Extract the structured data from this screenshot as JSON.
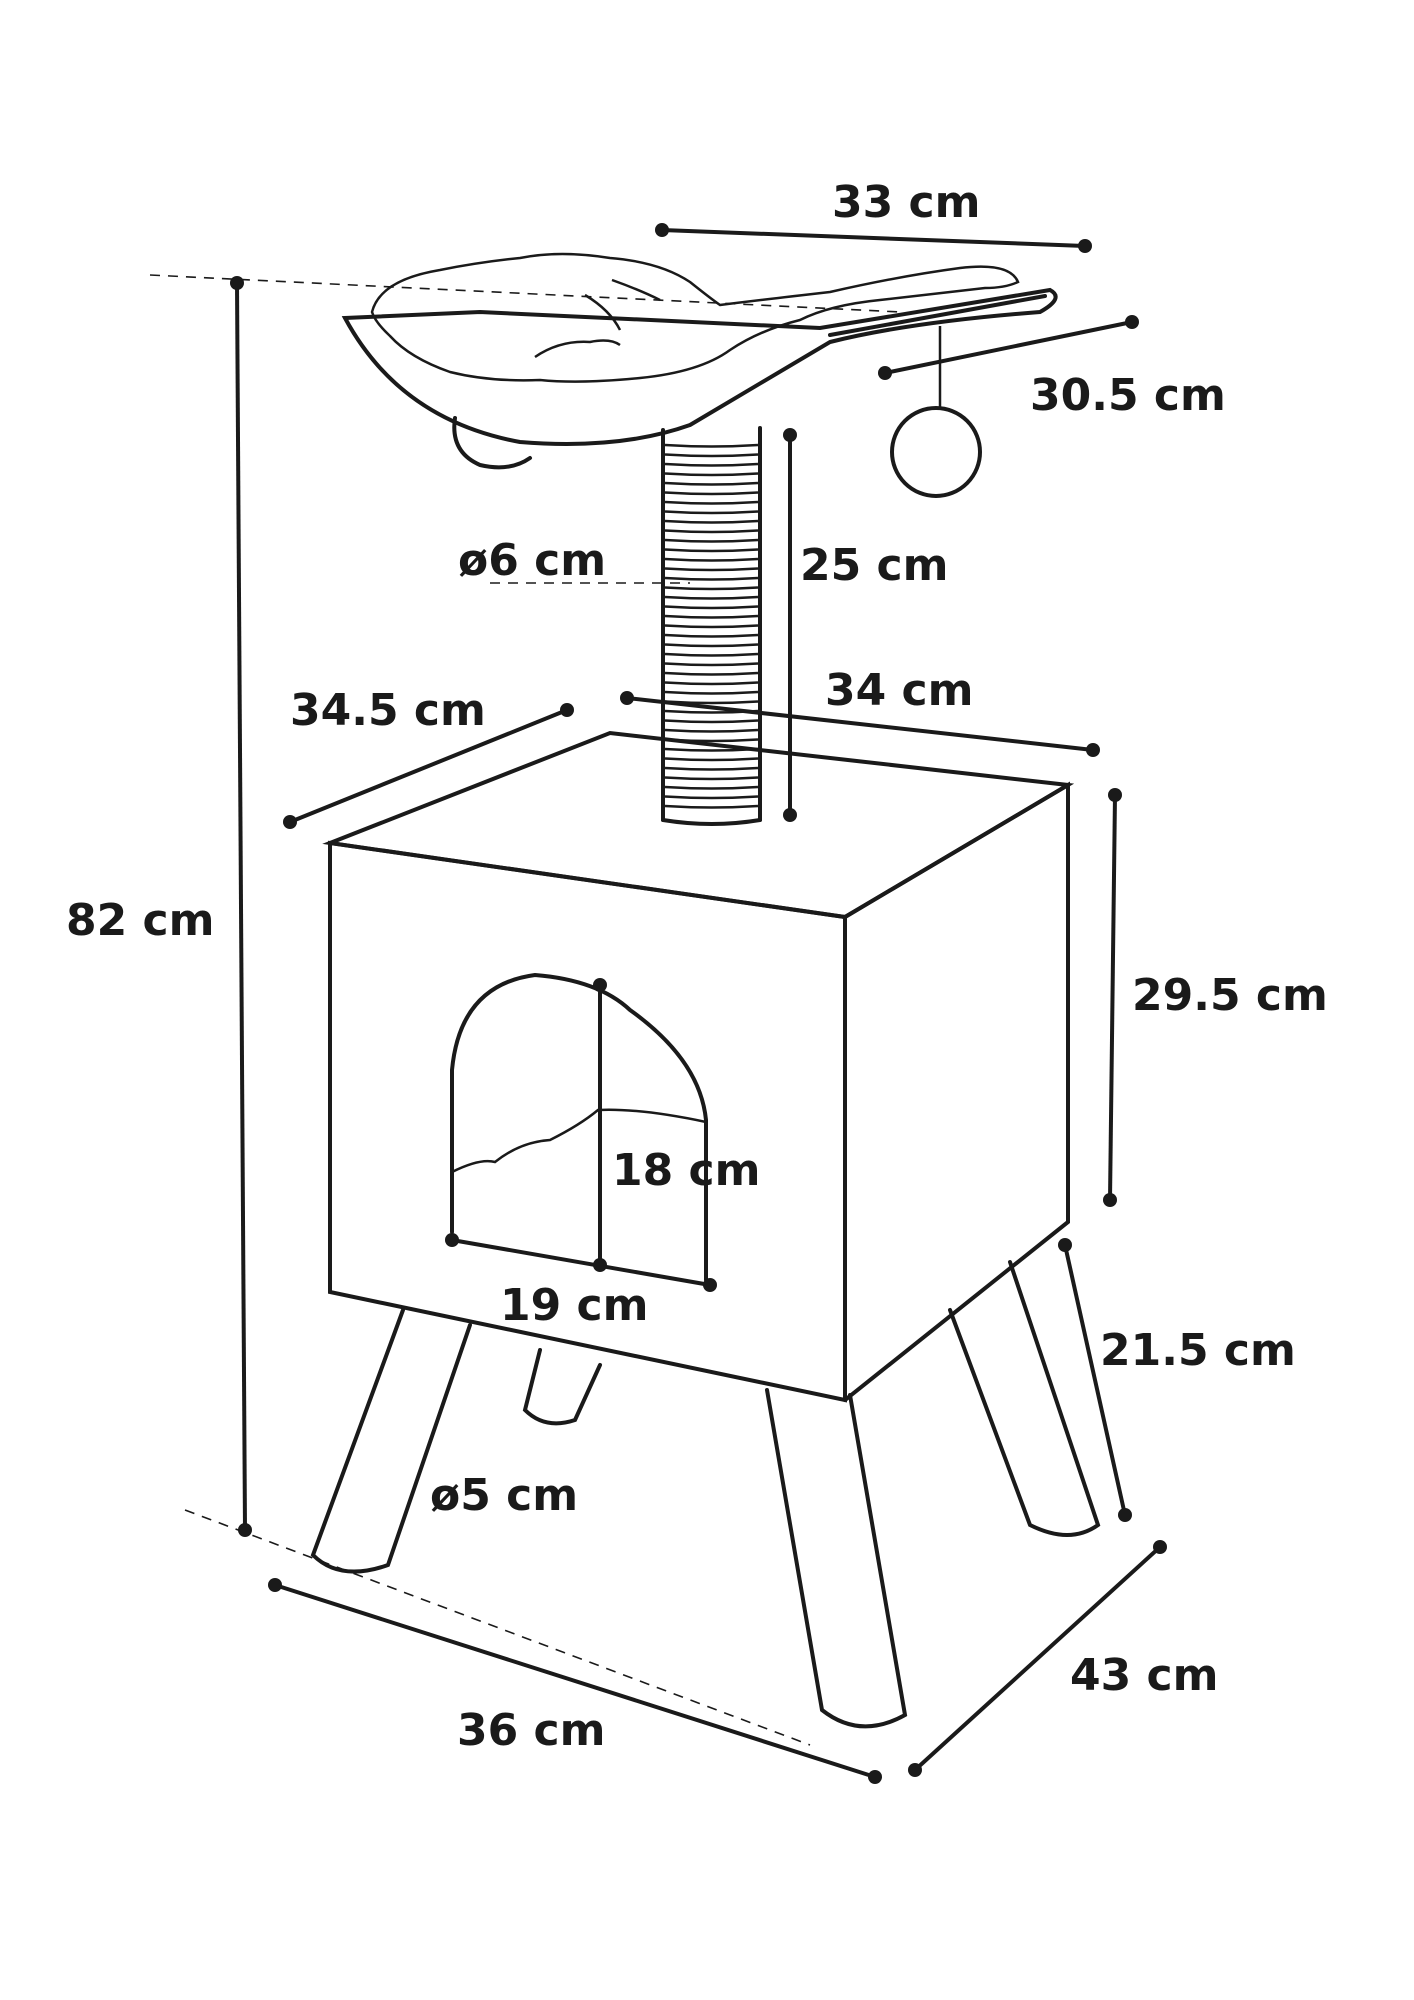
{
  "labels": {
    "bed_width": "33 cm",
    "bed_depth": "30.5 cm",
    "post_diameter": "ø6 cm",
    "post_height": "25 cm",
    "box_depth": "34.5 cm",
    "box_width": "34 cm",
    "total_height": "82 cm",
    "box_height": "29.5 cm",
    "door_height": "18 cm",
    "door_width": "19 cm",
    "leg_height": "21.5 cm",
    "leg_diameter": "ø5 cm",
    "base_depth": "43 cm",
    "base_width": "36 cm"
  },
  "colors": {
    "ink": "#1a1a1a",
    "background": "#ffffff"
  }
}
